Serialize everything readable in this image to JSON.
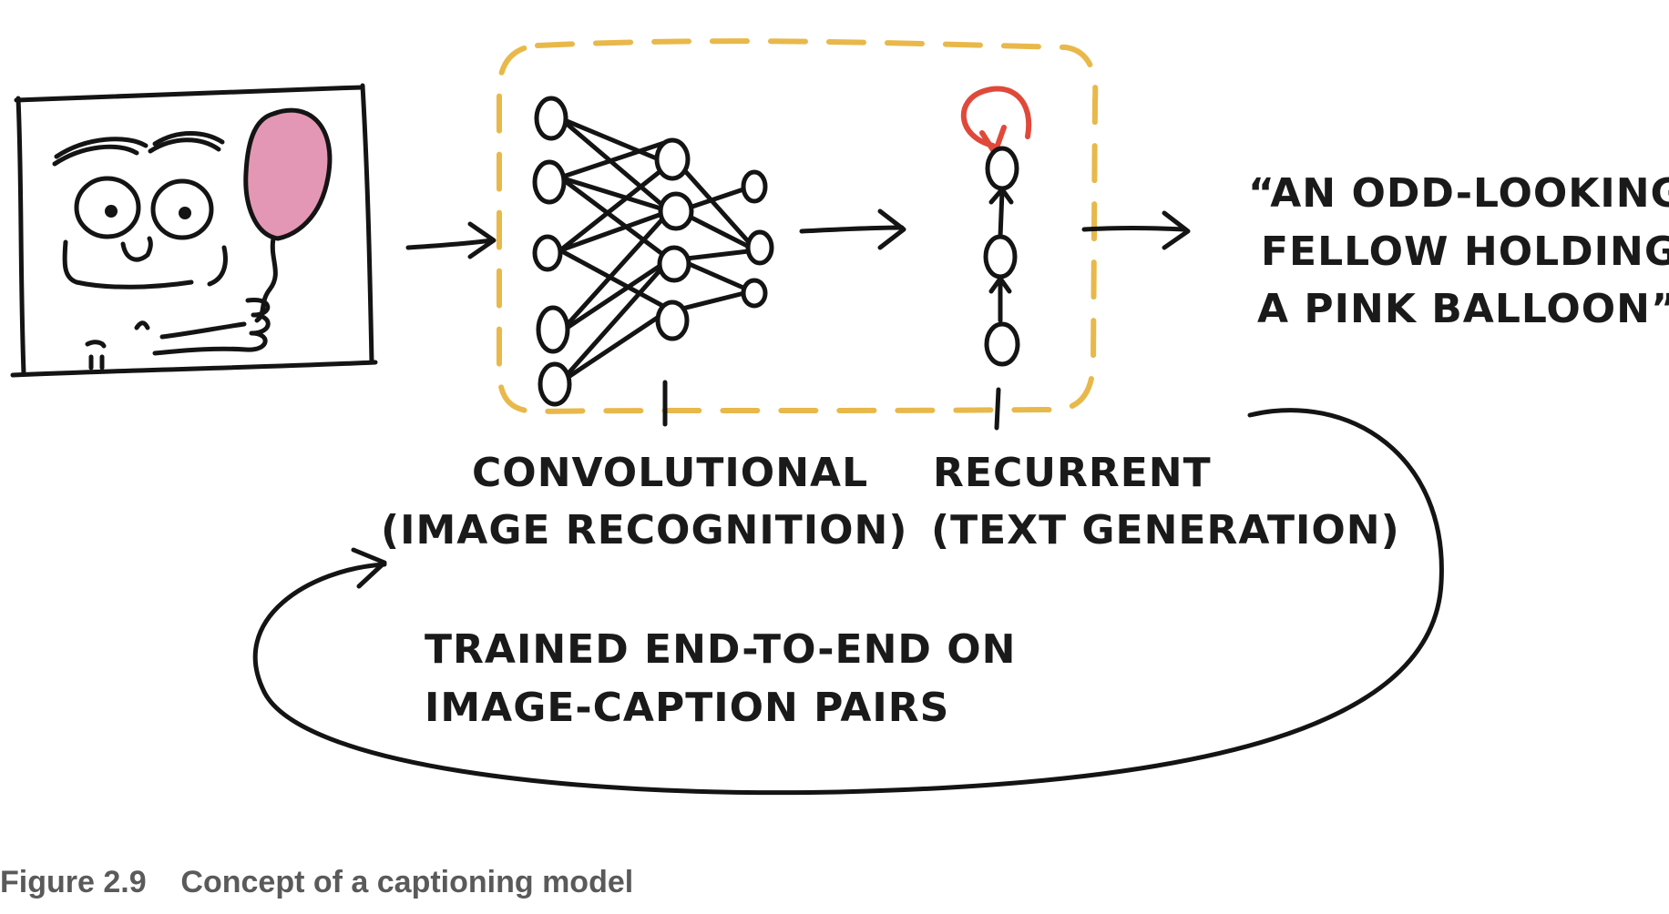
{
  "labels": {
    "convolutional_line1": "CONVOLUTIONAL",
    "convolutional_line2": "(IMAGE RECOGNITION)",
    "recurrent_line1": "RECURRENT",
    "recurrent_line2": "(TEXT GENERATION)",
    "caption_line1": "“AN ODD-LOOKING",
    "caption_line2": "FELLOW HOLDING",
    "caption_line3": "A PINK BALLOON”",
    "training_line1": "TRAINED END-TO-END ON",
    "training_line2": "IMAGE-CAPTION PAIRS"
  },
  "figure": {
    "number": "Figure 2.9",
    "title": "Concept of a captioning model"
  },
  "colors": {
    "dashed_box": "#e8b84a",
    "balloon": "#d9749b",
    "recurrent_loop": "#e0493a",
    "ink": "#141414",
    "figure_caption": "#5a5a5a"
  }
}
